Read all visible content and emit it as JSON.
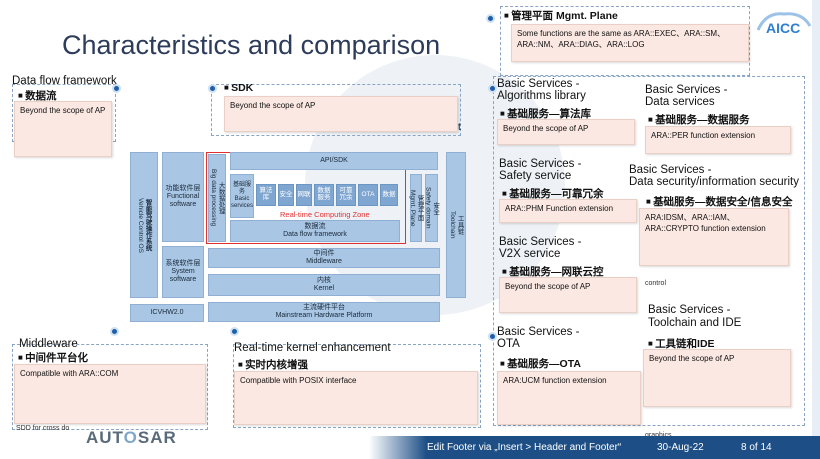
{
  "title": "Characteristics and comparison",
  "logos": {
    "top_right": "AICC",
    "bottom_left": "AUTOSAR"
  },
  "sections": {
    "data_flow": {
      "title": "Data flow framework",
      "bullet": "数据流",
      "note": "Beyond the scope of AP"
    },
    "sdk": {
      "bullet": "SDK",
      "note": "Beyond the scope of AP",
      "trailing_char": "t"
    },
    "middleware": {
      "title": "Middleware",
      "bullet": "中间件平台化",
      "note": "Compatible with ARA::COM"
    },
    "rt_kernel": {
      "title": "Real-time kernel enhancement",
      "bullet": "实时内核增强",
      "note": "Compatible with POSIX interface"
    },
    "mgmt": {
      "bullet": "管理平面 Mgmt. Plane",
      "note": "Some functions are the same as ARA::EXEC、ARA::SM、ARA::NM、ARA::DIAG、ARA::LOG"
    },
    "algorithms": {
      "title_line1": "Basic Services -",
      "title_line2": "Algorithms library",
      "bullet": "基础服务—算法库",
      "note": "Beyond the scope of AP"
    },
    "data_services": {
      "title_line1": "Basic Services -",
      "title_line2": "Data services",
      "bullet": "基础服务—数据服务",
      "note": "ARA::PER function extension"
    },
    "safety": {
      "title_line1": "Basic Services -",
      "title_line2": "Safety service",
      "bullet": "基础服务—可靠冗余",
      "note": "ARA::PHM Function extension"
    },
    "security": {
      "title_line1": "Basic Services -",
      "title_line2": "Data security/information security",
      "bullet": "基础服务—数据安全/信息安全",
      "note": "ARA:IDSM、ARA::IAM、ARA::CRYPTO function extension",
      "peek": "control"
    },
    "v2x": {
      "title_line1": "Basic Services -",
      "title_line2": "V2X service",
      "bullet": "基础服务—网联云控",
      "note": "Beyond the scope of AP"
    },
    "toolchain": {
      "title_line1": "Basic Services -",
      "title_line2": "Toolchain and IDE",
      "bullet": "工具链和IDE",
      "note": "Beyond the scope of AP",
      "peek_bottom": "graphics"
    },
    "ota": {
      "title_line1": "Basic Services -",
      "title_line2": "OTA",
      "bullet": "基础服务—OTA",
      "note": "ARA:UCM function extension"
    }
  },
  "diagram": {
    "vehicle_os_cn": "智能驾驶操作系统",
    "vehicle_os_en": "Vehicle Control OS",
    "functional_cn": "功能软件层",
    "functional_en": "Functional software",
    "system_cn": "系统软件层",
    "system_en": "System software",
    "big_data_cn": "大数据处理",
    "big_data_en": "Big data processing",
    "api_sdk": "API/SDK",
    "basic_services_cn": "基础服务",
    "basic_services_en": "Basic services",
    "cells": [
      "算法库",
      "安全",
      "网联",
      "数据服务",
      "可靠冗余",
      "OTA",
      "数据"
    ],
    "rt_zone": "Real-time Computing Zone",
    "dataflow_cn": "数据流",
    "dataflow_en": "Data flow framework",
    "mgmt_cn": "管理平面",
    "mgmt_en": "Mgmt. Plane",
    "security_cn": "安全",
    "security_en": "Safety domain",
    "toolchain_cn": "工具链",
    "toolchain_en": "Toolchain",
    "middleware_cn": "中间件",
    "middleware_en": "Middleware",
    "kernel_cn": "内核",
    "kernel_en": "Kernel",
    "hw_cn": "主流硬件平台",
    "hw_en": "Mainstream Hardware Platform",
    "icvhw": "ICVHW2.0"
  },
  "footer": {
    "edit_text": "Edit Footer via „Insert > Header and Footer“",
    "date": "30-Aug-22",
    "page": "8 of 14"
  },
  "peek_texts": {
    "sdd": "SDD for cross do"
  },
  "colors": {
    "title": "#2d3c5a",
    "note_bg": "#fbe8e2",
    "dot": "#1f5fa8",
    "footer_bg": "#1d4f86",
    "rt_zone": "#e03030"
  }
}
